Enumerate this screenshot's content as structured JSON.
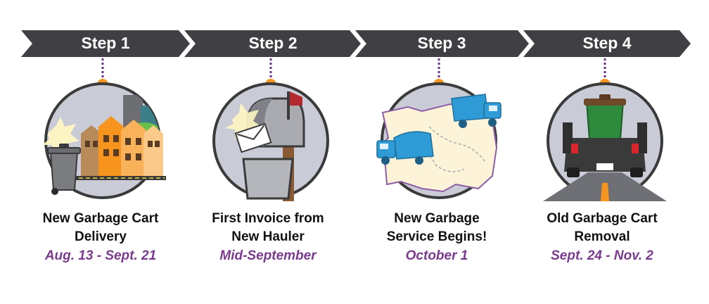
{
  "colors": {
    "arrow": "#3f3f44",
    "connector": "#6b2f86",
    "dot": "#f7941d",
    "circle_fill": "#c9ccd6",
    "circle_stroke": "#3a3a3a",
    "date_text": "#7a3b8f",
    "truck": "#2f9bd6",
    "cart_green": "#2e8b3d",
    "cart_brown": "#6d4a2a",
    "house_orange": "#f7941d",
    "map_outline": "#8e5ca6"
  },
  "steps": [
    {
      "label": "Step 1",
      "title_line1": "New Garbage Cart",
      "title_line2": "Delivery",
      "date": "Aug. 13 - Sept. 21",
      "icon": "garbage-cart-houses-icon"
    },
    {
      "label": "Step 2",
      "title_line1": "First Invoice from",
      "title_line2": "New Hauler",
      "date": "Mid-September",
      "icon": "mailbox-letter-icon"
    },
    {
      "label": "Step 3",
      "title_line1": "New Garbage",
      "title_line2": "Service Begins!",
      "date": "October 1",
      "icon": "garbage-trucks-map-icon"
    },
    {
      "label": "Step 4",
      "title_line1": "Old Garbage Cart",
      "title_line2": "Removal",
      "date": "Sept. 24 - Nov. 2",
      "icon": "pickup-truck-cart-icon"
    }
  ]
}
